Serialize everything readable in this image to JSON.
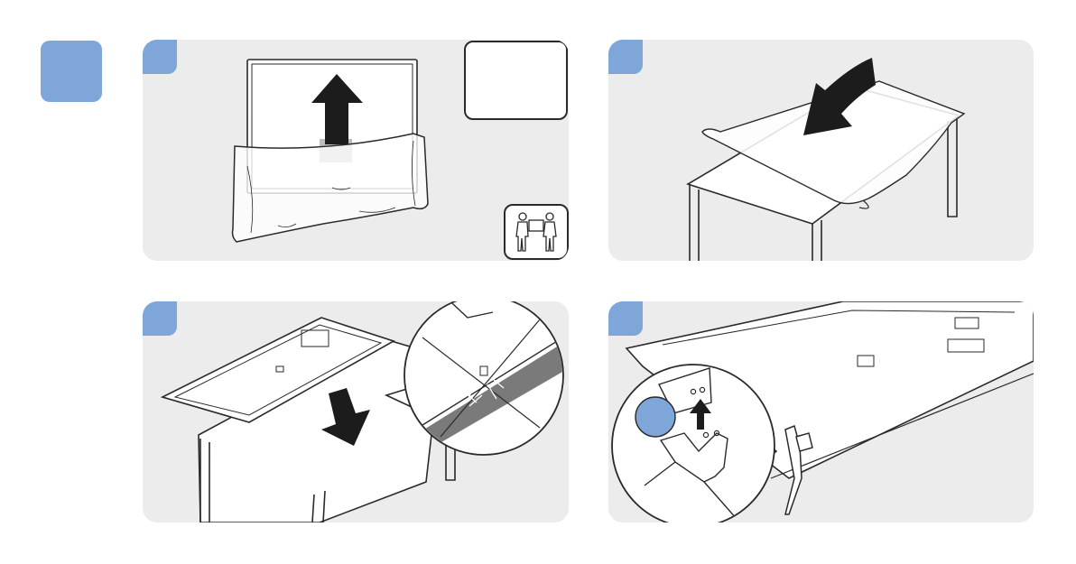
{
  "colors": {
    "accent": "#7ea6d9",
    "panel_bg": "#ececed",
    "line": "#2a2a2a",
    "shadow_band": "#7a7a7a",
    "protector_gray": "#bdbdbd"
  },
  "steps": [
    {
      "id": 1,
      "icons": [
        "tv-screen",
        "protective-bag",
        "lift-up-arrow",
        "two-person-carry-icon"
      ]
    },
    {
      "id": 2,
      "icons": [
        "table",
        "protective-sheet",
        "lay-down-arrow"
      ]
    },
    {
      "id": 3,
      "icons": [
        "tv-face-down",
        "table",
        "down-arrow",
        "magnifier-callout-edge"
      ]
    },
    {
      "id": 4,
      "icons": [
        "tv-back",
        "table",
        "stand-foot",
        "magnifier-callout-bracket",
        "up-arrow"
      ]
    }
  ]
}
